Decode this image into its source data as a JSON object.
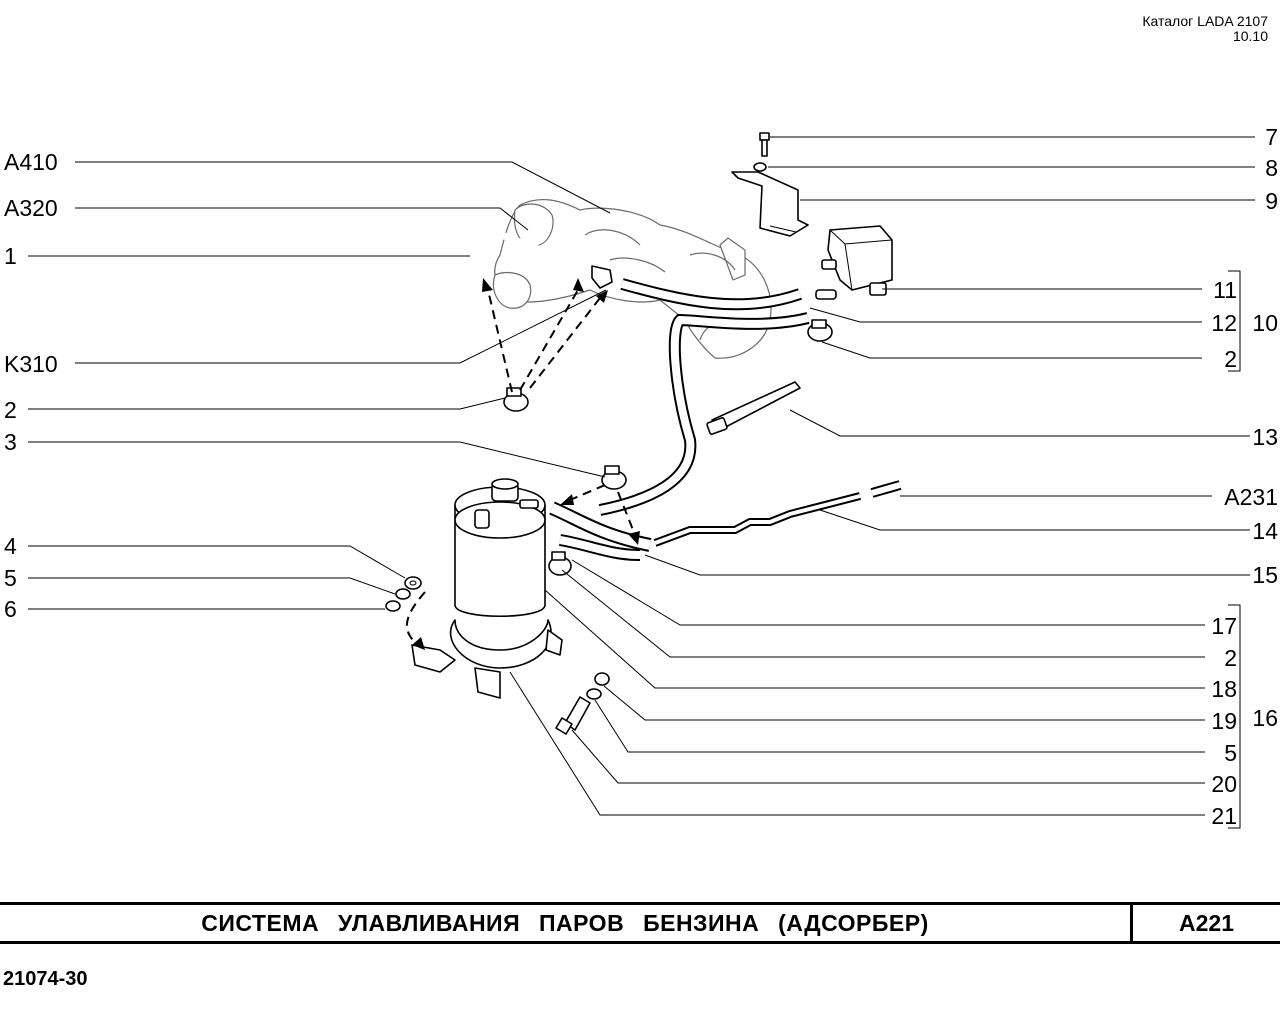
{
  "header": {
    "catalog": "Каталог LADA 2107",
    "page": "10.10"
  },
  "callouts_left": [
    {
      "id": "A410",
      "text": "A410"
    },
    {
      "id": "A320",
      "text": "A320"
    },
    {
      "id": "1",
      "text": "1"
    },
    {
      "id": "K310",
      "text": "K310"
    },
    {
      "id": "2",
      "text": "2"
    },
    {
      "id": "3",
      "text": "3"
    },
    {
      "id": "4",
      "text": "4"
    },
    {
      "id": "5",
      "text": "5"
    },
    {
      "id": "6",
      "text": "6"
    }
  ],
  "callouts_right": [
    {
      "id": "7",
      "text": "7"
    },
    {
      "id": "8",
      "text": "8"
    },
    {
      "id": "9",
      "text": "9"
    },
    {
      "id": "11",
      "text": "11"
    },
    {
      "id": "12",
      "text": "12"
    },
    {
      "id": "2b",
      "text": "2"
    },
    {
      "id": "13",
      "text": "13"
    },
    {
      "id": "A231",
      "text": "A231"
    },
    {
      "id": "14",
      "text": "14"
    },
    {
      "id": "15",
      "text": "15"
    },
    {
      "id": "17",
      "text": "17"
    },
    {
      "id": "2c",
      "text": "2"
    },
    {
      "id": "18",
      "text": "18"
    },
    {
      "id": "19",
      "text": "19"
    },
    {
      "id": "5b",
      "text": "5"
    },
    {
      "id": "20",
      "text": "20"
    },
    {
      "id": "21",
      "text": "21"
    }
  ],
  "groups": [
    {
      "id": "10",
      "text": "10"
    },
    {
      "id": "16",
      "text": "16"
    }
  ],
  "footer": {
    "title": "СИСТЕМА УЛАВЛИВАНИЯ ПАРОВ БЕНЗИНА (АДСОРБЕР)",
    "code": "A221",
    "model": "21074-30"
  }
}
